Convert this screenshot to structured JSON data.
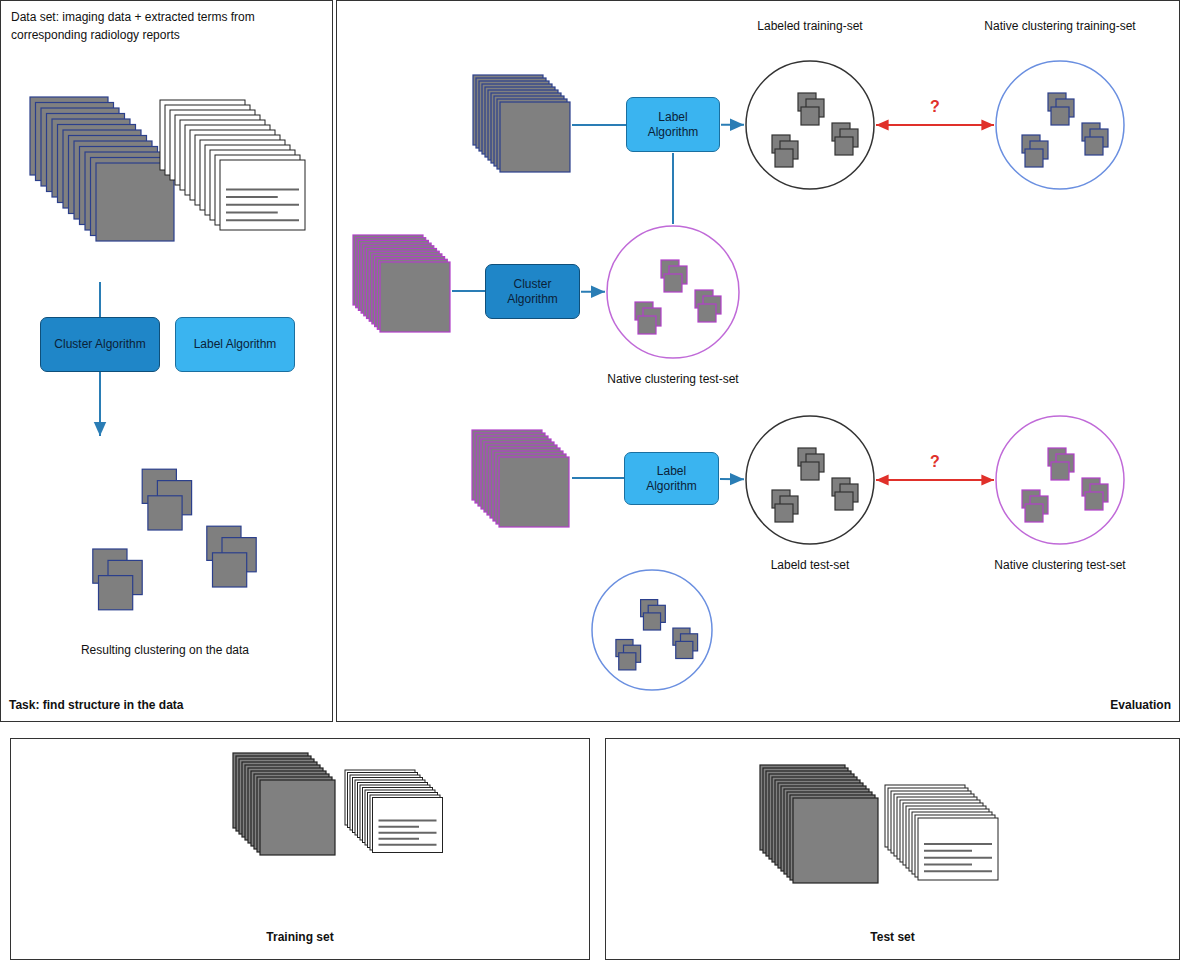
{
  "diagram": {
    "nodes": [
      {
        "text": [
          "Data set: imaging data + extracted terms from corresponding radiology reports",
          "Task: find structure in the data"
        ]
      },
      {
        "text": [
          "Cluster Algorithm"
        ],
        "in": 0
      },
      {
        "text": [
          "Label Algorithm"
        ],
        "in": 0
      },
      {
        "text": [
          "Evaluation"
        ]
      },
      {
        "text": [
          "Label Algorithm"
        ],
        "in": 3
      },
      {
        "text": [
          "Labeled training-set"
        ],
        "in": 3
      },
      {
        "text": [
          "Native clustering training-set"
        ],
        "in": 3
      },
      {
        "text": [
          "Cluster Algorithm"
        ],
        "in": 3
      },
      {
        "text": [
          "Native clustering test-set"
        ],
        "in": 3
      },
      {
        "text": [
          "Label Algorithm"
        ],
        "in": 3
      },
      {
        "text": [
          "Labeld test-set"
        ],
        "in": 3
      },
      {
        "text": [
          "Native clustering test-set"
        ],
        "in": 3
      },
      {
        "text": [
          "Training set"
        ]
      },
      {
        "text": [
          "Test set"
        ]
      }
    ],
    "edges": [
      {
        "from": 4,
        "to": 5,
        "arrow": "to"
      },
      {
        "from": 7,
        "to": 8,
        "arrow": "to"
      },
      {
        "from": 4,
        "to": 8,
        "arrow": "none"
      },
      {
        "from": 5,
        "to": 6,
        "label": "?",
        "arrow": "both"
      },
      {
        "from": 9,
        "to": 10,
        "arrow": "to"
      },
      {
        "from": 10,
        "to": 11,
        "label": "?",
        "arrow": "both"
      }
    ],
    "labels": [
      "Resulting clustering on the data"
    ]
  }
}
